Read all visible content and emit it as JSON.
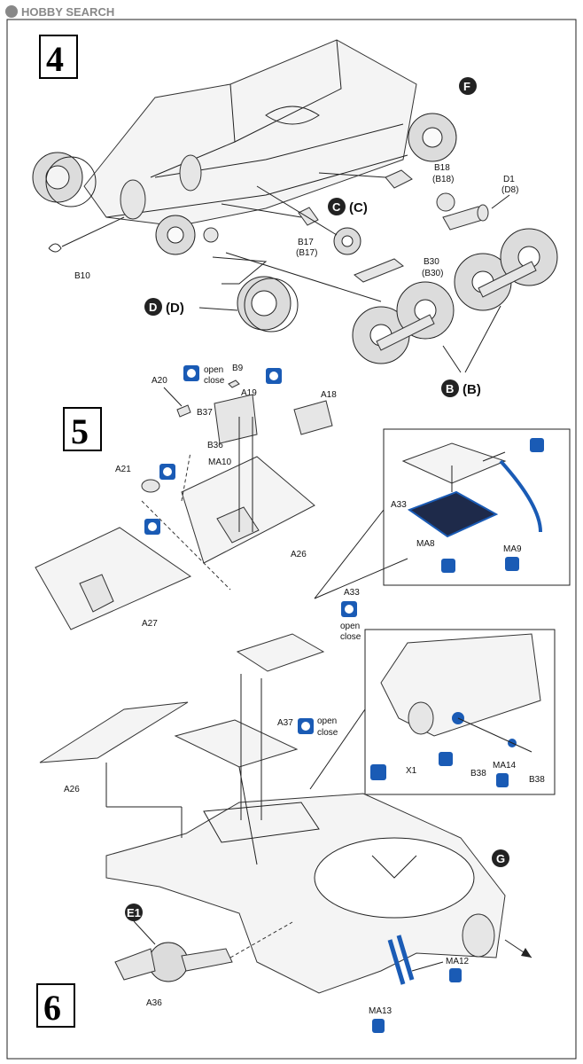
{
  "watermark": "HOBBY SEARCH",
  "steps": {
    "step4": "4",
    "step5": "5",
    "step6": "6"
  },
  "circles": {
    "F": "F",
    "C": "C",
    "D": "D",
    "B": "B",
    "G": "G",
    "E1": "E1"
  },
  "paren": {
    "C": "(C)",
    "D": "(D)",
    "B": "(B)"
  },
  "labels": {
    "B10": "B10",
    "B18": "B18",
    "B18p": "(B18)",
    "D1": "D1",
    "D8p": "(D8)",
    "B17": "B17",
    "B17p": "(B17)",
    "B30": "B30",
    "B30p": "(B30)",
    "A20": "A20",
    "B9": "B9",
    "A19": "A19",
    "A18": "A18",
    "B37": "B37",
    "B36": "B36",
    "MA10": "MA10",
    "A21": "A21",
    "A26": "A26",
    "A27": "A27",
    "A33": "A33",
    "MA8": "MA8",
    "MA9": "MA9",
    "A33b": "A33",
    "A37": "A37",
    "A26b": "A26",
    "X1": "X1",
    "B38": "B38",
    "MA14": "MA14",
    "B38b": "B38",
    "A36": "A36",
    "MA12": "MA12",
    "MA13": "MA13"
  },
  "notes": {
    "open": "open",
    "close": "close"
  }
}
